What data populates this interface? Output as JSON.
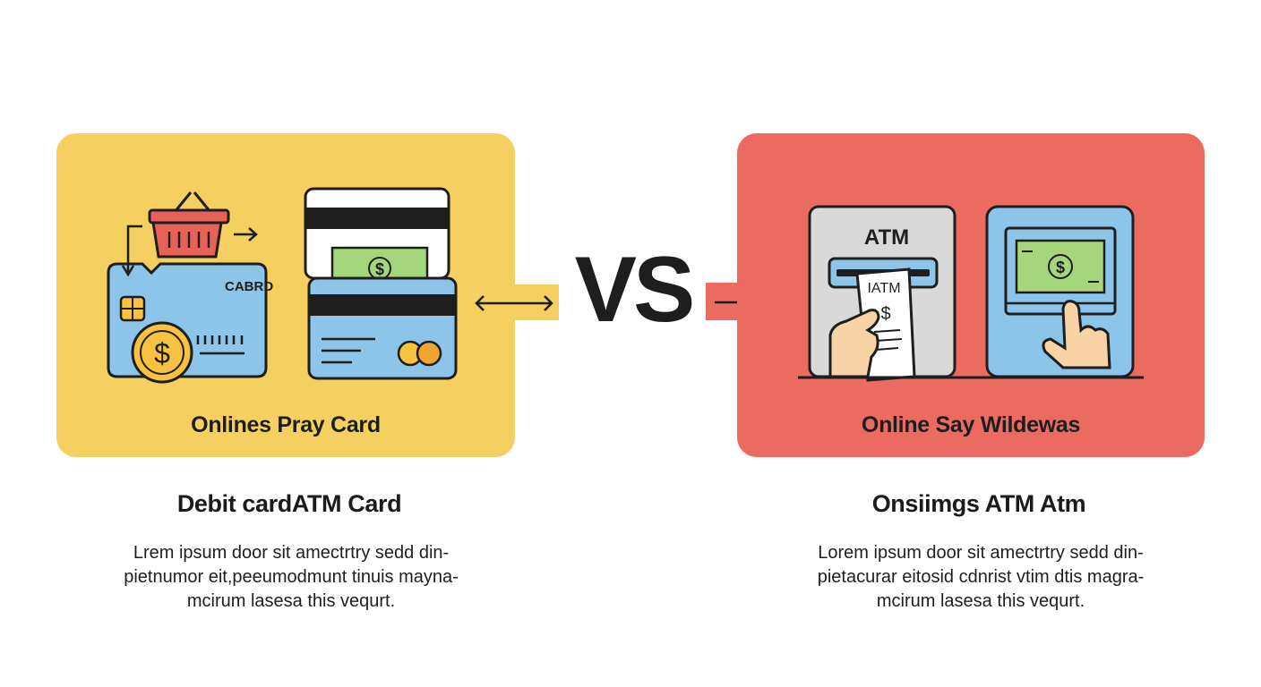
{
  "left": {
    "panel_title": "Onlines Pray Card",
    "heading": "Debit cardATM Card",
    "card_label": "CABRD",
    "currency_symbol": "$",
    "description_lines": [
      "Lrem ipsum door sit amectrtry sedd din-",
      "pietnumor eit,peeumodmunt tinuis mayna-",
      "mcirum lasesa this vequrt."
    ]
  },
  "right": {
    "panel_title": "Online Say Wildewas",
    "heading": "Onsiimgs ATM Atm",
    "atm_label": "ATM",
    "receipt_label": "IATM",
    "currency_symbol": "$",
    "description_lines": [
      "Lorem ipsum door sit amectrtry sedd din-",
      "pietacurar eitosid cdnrist vtim dtis magra-",
      "mcirum lasesa this vequrt."
    ]
  },
  "center": {
    "vs_label": "VS"
  },
  "colors": {
    "left_panel": "#f5cf60",
    "right_panel": "#ec6b60",
    "card_blue": "#8cc4ea",
    "cash_green": "#a6d67c",
    "coin_yellow": "#f6c23f",
    "basket_red": "#e86157"
  },
  "icons": [
    "shopping-basket-icon",
    "debit-card-icon",
    "coin-icon",
    "cash-wallet-icon",
    "credit-card-icon",
    "atm-machine-icon",
    "receipt-icon",
    "hand-icon",
    "online-cash-screen-icon",
    "pointing-hand-icon"
  ]
}
